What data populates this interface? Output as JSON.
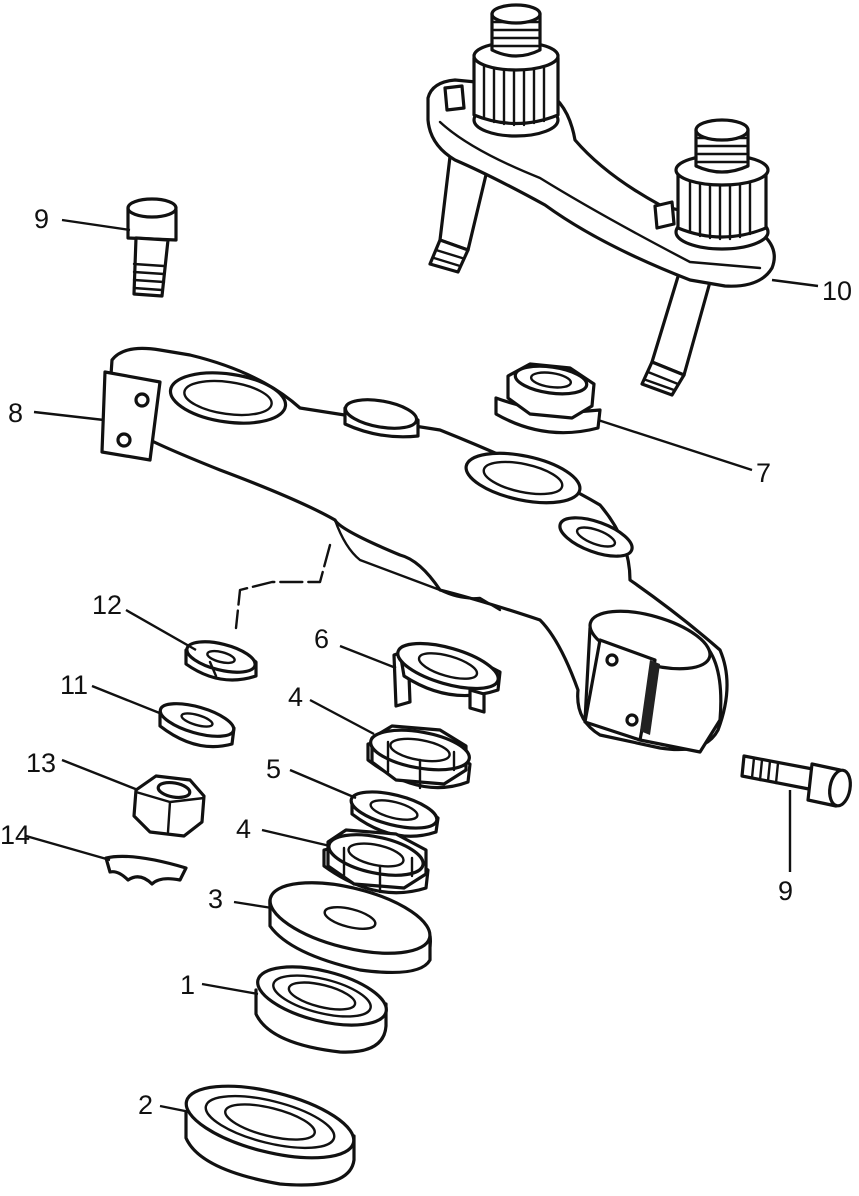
{
  "callouts": [
    {
      "id": "c9a",
      "label": "9"
    },
    {
      "id": "c10",
      "label": "10"
    },
    {
      "id": "c8",
      "label": "8"
    },
    {
      "id": "c7",
      "label": "7"
    },
    {
      "id": "c12",
      "label": "12"
    },
    {
      "id": "c6",
      "label": "6"
    },
    {
      "id": "c11",
      "label": "11"
    },
    {
      "id": "c4a",
      "label": "4"
    },
    {
      "id": "c13",
      "label": "13"
    },
    {
      "id": "c5",
      "label": "5"
    },
    {
      "id": "c4b",
      "label": "4"
    },
    {
      "id": "c14",
      "label": "14"
    },
    {
      "id": "c3",
      "label": "3"
    },
    {
      "id": "c1",
      "label": "1"
    },
    {
      "id": "c2",
      "label": "2"
    },
    {
      "id": "c9b",
      "label": "9"
    }
  ]
}
